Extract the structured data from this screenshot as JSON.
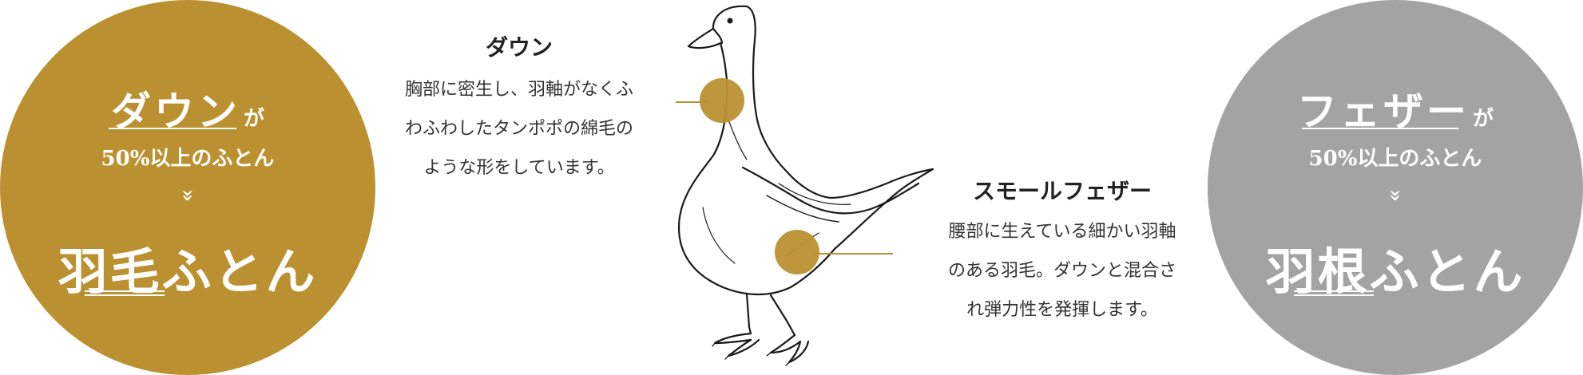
{
  "left_panel": {
    "title": "ダウン",
    "title_suffix": "が",
    "subtitle": "50%以上のふとん",
    "chevron": "»",
    "product": "羽毛ふとん",
    "color": "#bb9030"
  },
  "right_panel": {
    "title": "フェザー",
    "title_suffix": "が",
    "subtitle": "50%以上のふとん",
    "chevron": "»",
    "product": "羽根ふとん",
    "color": "#a3a3a3"
  },
  "callout_down": {
    "heading": "ダウン",
    "lines": [
      "胸部に密生し、羽軸がなくふ",
      "わふわしたタンポポの綿毛の",
      "ような形をしています。"
    ]
  },
  "callout_feather": {
    "heading": "スモールフェザー",
    "lines": [
      "腰部に生えている細かい羽軸",
      "のある羽毛。ダウンと混合さ",
      "れ弾力性を発揮します。"
    ]
  },
  "accent_color": "#bb9030"
}
